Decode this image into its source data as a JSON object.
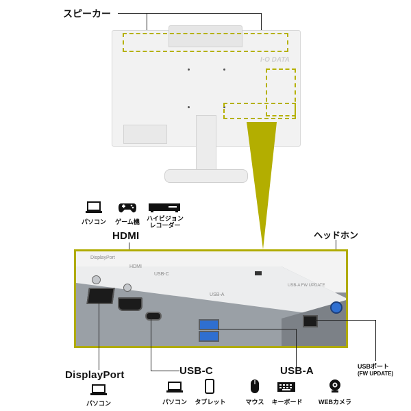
{
  "colors": {
    "accent": "#a8a300",
    "frame": "#b0ab00",
    "monitor": "#f1f1f1",
    "panel": "#6e7278",
    "usb_blue": "#2f6fd0"
  },
  "top_label": "スピーカー",
  "brand": "I·O DATA",
  "panel_labels": {
    "displayport": "DisplayPort",
    "hdmi": "HDMI",
    "usbc": "USB-C",
    "usba": "USB-A",
    "usb_fw": "USB-A FW UPDATE"
  },
  "hdmi_group": {
    "title": "HDMI",
    "devices": [
      {
        "icon": "laptop-icon",
        "label": "パソコン"
      },
      {
        "icon": "gamepad-icon",
        "label": "ゲーム機"
      },
      {
        "icon": "recorder-icon",
        "label": "ハイビジョン\nレコーダー"
      }
    ]
  },
  "headphone_label": "ヘッドホン",
  "displayport_group": {
    "title": "DisplayPort",
    "devices": [
      {
        "icon": "laptop-icon",
        "label": "パソコン"
      }
    ]
  },
  "usbc_group": {
    "title": "USB-C",
    "devices": [
      {
        "icon": "laptop-icon",
        "label": "パソコン"
      },
      {
        "icon": "tablet-icon",
        "label": "タブレット"
      }
    ]
  },
  "usba_group": {
    "title": "USB-A",
    "devices": [
      {
        "icon": "mouse-icon",
        "label": "マウス"
      },
      {
        "icon": "keyboard-icon",
        "label": "キーボード"
      },
      {
        "icon": "webcam-icon",
        "label": "WEBカメラ"
      }
    ]
  },
  "usb_port_label": {
    "line1": "USBポート",
    "line2": "(FW UPDATE)"
  }
}
